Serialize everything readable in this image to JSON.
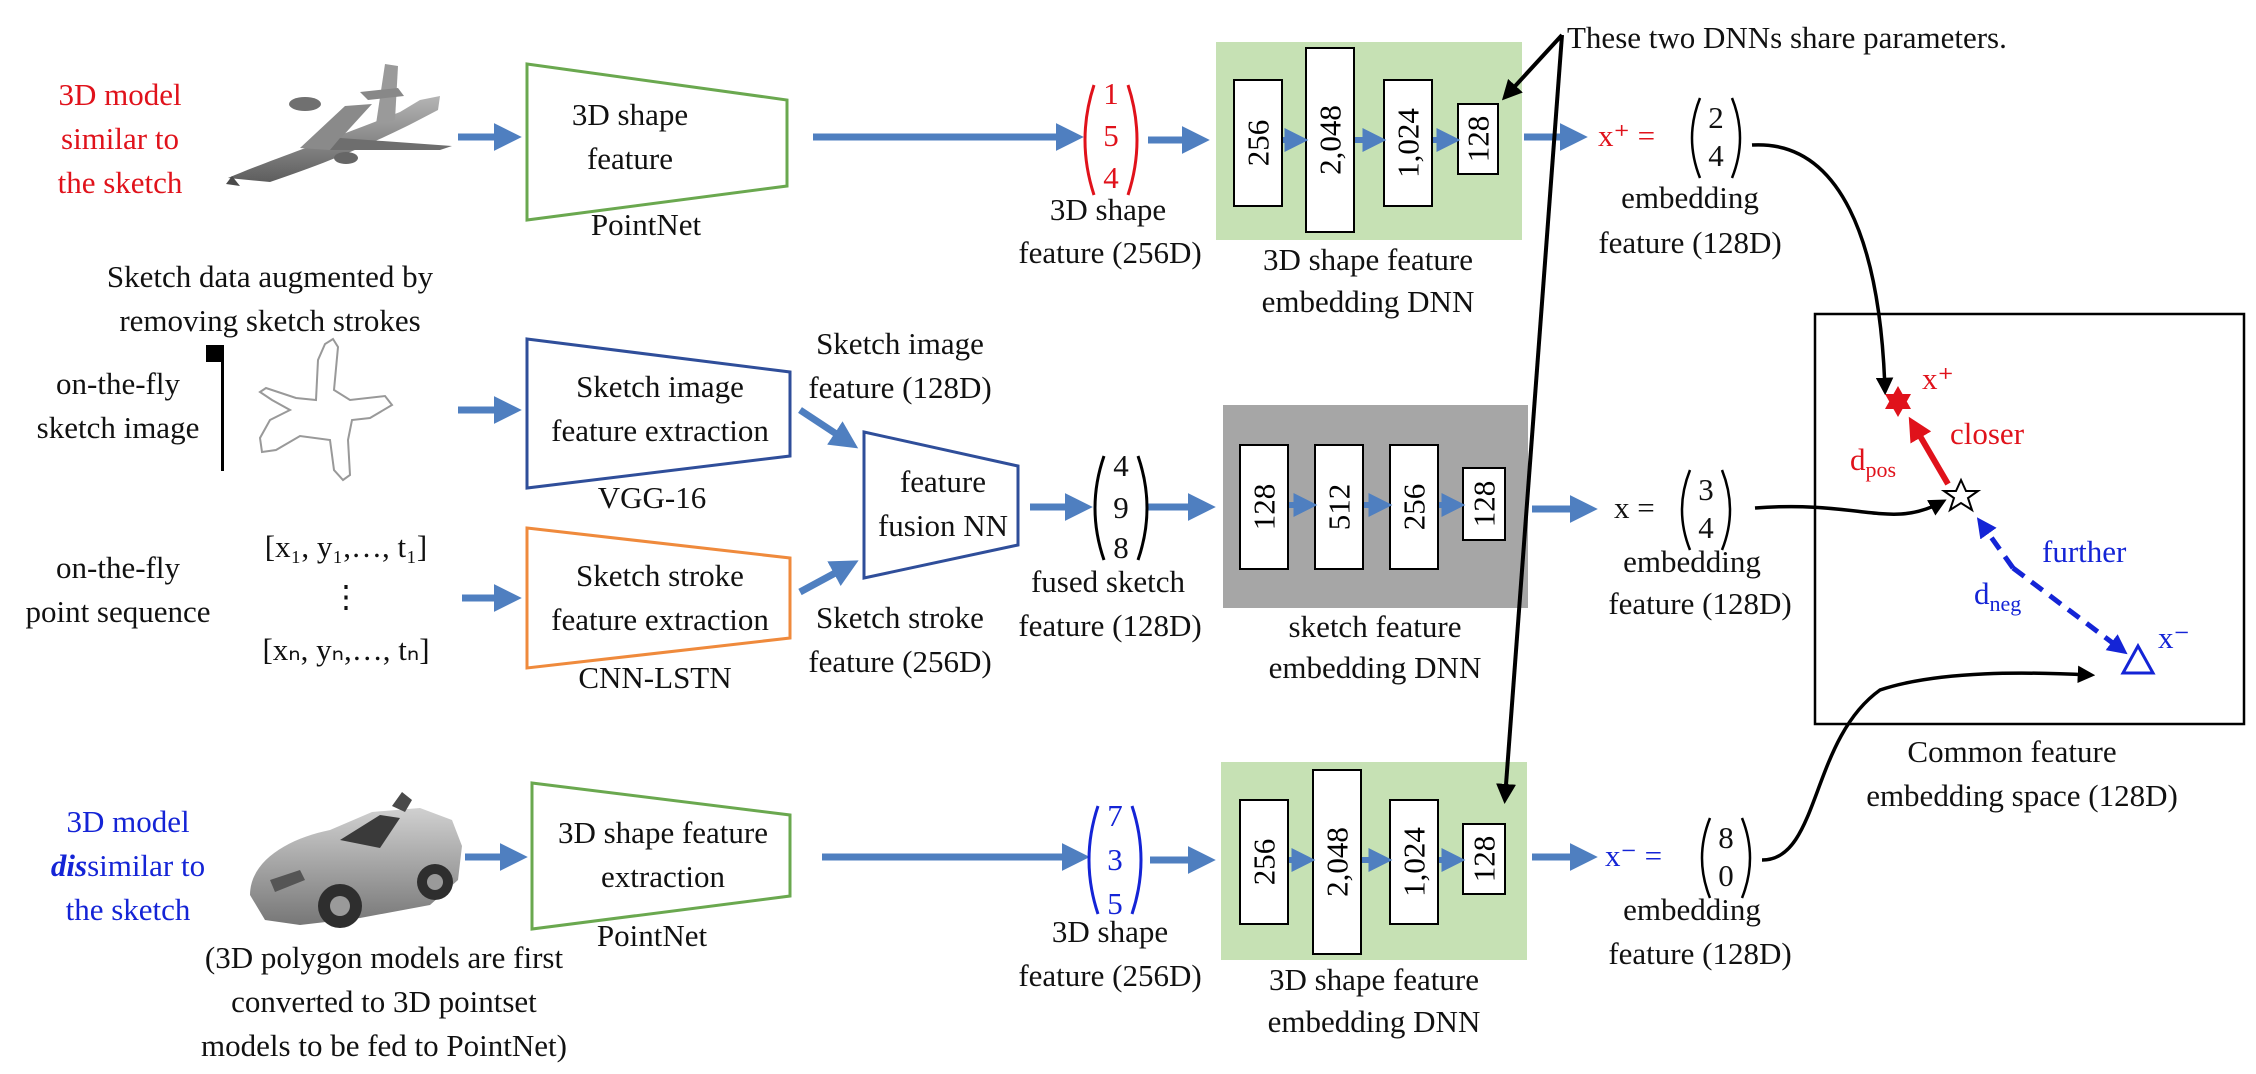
{
  "colors": {
    "red": "#e0121b",
    "blue": "#1424d6",
    "arrow_blue": "#4f7fc0",
    "green_box": "#c6e1b4",
    "gray_box": "#a6a6a6",
    "pointnet_green": "#6aa84f",
    "vgg_blue": "#2f4e9a",
    "cnn_orange": "#ef8a3c"
  },
  "icons": {
    "airplane": "airplane-3d-render",
    "car": "car-3d-render",
    "sketch": "airplane-sketch-outline",
    "star": "star-icon",
    "triangle": "triangle-icon",
    "hexagram": "hexagram-icon"
  },
  "left": {
    "model_pos": [
      "3D model",
      "similar to",
      "the sketch"
    ],
    "augment": [
      "Sketch data augmented by",
      "removing sketch strokes"
    ],
    "sketch_image": [
      "on-the-fly",
      "sketch image"
    ],
    "point_sequence": [
      "on-the-fly",
      "point sequence"
    ],
    "seq_first": "[x₁, y₁,…, t₁]",
    "seq_dots": "⋮",
    "seq_last": "[xₙ, yₙ,…, tₙ]",
    "model_neg_1": "3D model",
    "model_neg_2_prefix": "dis",
    "model_neg_2_suffix": "similar to",
    "model_neg_3": "the sketch",
    "note": [
      "(3D polygon models are first",
      "converted to 3D pointset",
      "models to be fed to PointNet)"
    ]
  },
  "extractors": {
    "top": {
      "lines": [
        "3D shape",
        "feature"
      ],
      "caption": "PointNet"
    },
    "sketch_img": {
      "lines": [
        "Sketch image",
        "feature extraction"
      ],
      "caption": "VGG-16"
    },
    "sketch_stroke": {
      "lines": [
        "Sketch stroke",
        "feature extraction"
      ],
      "caption": "CNN-LSTN"
    },
    "fusion": {
      "lines": [
        "feature",
        "fusion NN"
      ]
    },
    "bottom": {
      "lines": [
        "3D shape feature",
        "extraction"
      ],
      "caption": "PointNet"
    }
  },
  "features": {
    "top_vec": [
      "1",
      "5",
      "4"
    ],
    "top_label": [
      "3D shape",
      "feature (256D)"
    ],
    "img_label": [
      "Sketch image",
      "feature (128D)"
    ],
    "stroke_label": [
      "Sketch stroke",
      "feature (256D)"
    ],
    "fused_vec": [
      "4",
      "9",
      "8"
    ],
    "fused_label": [
      "fused sketch",
      "feature (128D)"
    ],
    "bottom_vec": [
      "7",
      "3",
      "5"
    ],
    "bottom_label": [
      "3D shape",
      "feature (256D)"
    ]
  },
  "dnn": {
    "top": {
      "layers": [
        "256",
        "2,048",
        "1,024",
        "128"
      ],
      "caption": [
        "3D shape feature",
        "embedding DNN"
      ]
    },
    "mid": {
      "layers": [
        "128",
        "512",
        "256",
        "128"
      ],
      "caption": [
        "sketch feature",
        "embedding DNN"
      ]
    },
    "bottom": {
      "layers": [
        "256",
        "2,048",
        "1,024",
        "128"
      ],
      "caption": [
        "3D shape feature",
        "embedding DNN"
      ]
    }
  },
  "share_note": "These two DNNs share parameters.",
  "embeddings": {
    "pos": {
      "prefix": "x⁺ = ",
      "vec": [
        "2",
        "4"
      ],
      "label": [
        "embedding",
        "feature (128D)"
      ]
    },
    "anchor": {
      "prefix": "x = ",
      "vec": [
        "3",
        "4"
      ],
      "label": [
        "embedding",
        "feature (128D)"
      ]
    },
    "neg": {
      "prefix": "x⁻ = ",
      "vec": [
        "8",
        "0"
      ],
      "label": [
        "embedding",
        "feature (128D)"
      ]
    }
  },
  "space": {
    "pos_label": "x⁺",
    "closer": "closer",
    "dpos": "d",
    "dpos_sub": "pos",
    "further": "further",
    "dneg": "d",
    "dneg_sub": "neg",
    "neg_label": "x⁻",
    "caption": [
      "Common feature",
      "embedding space (128D)"
    ]
  }
}
